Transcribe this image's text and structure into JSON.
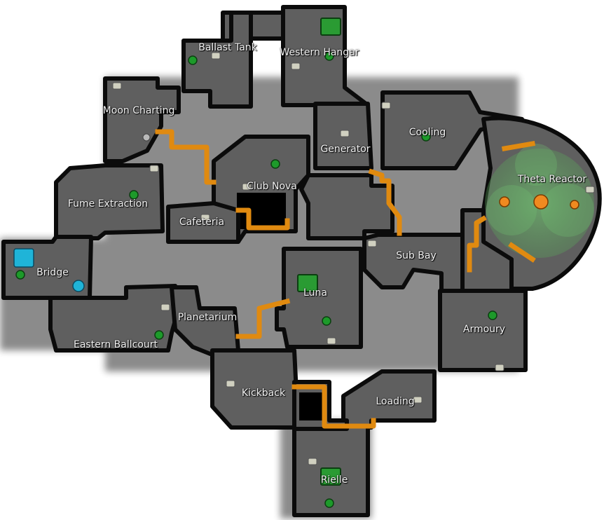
{
  "map": {
    "rooms": [
      {
        "id": "ballast",
        "label": "Ballast Tank"
      },
      {
        "id": "western-hangar",
        "label": "Western Hangar"
      },
      {
        "id": "moon-charting",
        "label": "Moon Charting"
      },
      {
        "id": "generator",
        "label": "Generator"
      },
      {
        "id": "cooling",
        "label": "Cooling"
      },
      {
        "id": "club-nova",
        "label": "Club Nova"
      },
      {
        "id": "theta-reactor",
        "label": "Theta Reactor"
      },
      {
        "id": "fume-extraction",
        "label": "Fume Extraction"
      },
      {
        "id": "cafeteria",
        "label": "Cafeteria"
      },
      {
        "id": "sub-bay",
        "label": "Sub Bay"
      },
      {
        "id": "bridge",
        "label": "Bridge"
      },
      {
        "id": "luna",
        "label": "Luna"
      },
      {
        "id": "planetarium",
        "label": "Planetarium"
      },
      {
        "id": "armoury",
        "label": "Armoury"
      },
      {
        "id": "eastern-ballcourt",
        "label": "Eastern Ballcourt"
      },
      {
        "id": "kickback",
        "label": "Kickback"
      },
      {
        "id": "loading",
        "label": "Loading"
      },
      {
        "id": "rielle",
        "label": "Rielle"
      }
    ],
    "colors": {
      "floor": "#5f5f5f",
      "wall": "#0b0b0b",
      "vent": "#e08a10",
      "task": "#1d9a2a",
      "reactor_glow": "#5aa65a",
      "sabotage": "#f08a20",
      "bridge_accent": "#1fb4d8"
    },
    "icons": [
      "task-icon",
      "camera-icon",
      "vent-icon",
      "sabotage-icon",
      "admin-icon"
    ]
  }
}
